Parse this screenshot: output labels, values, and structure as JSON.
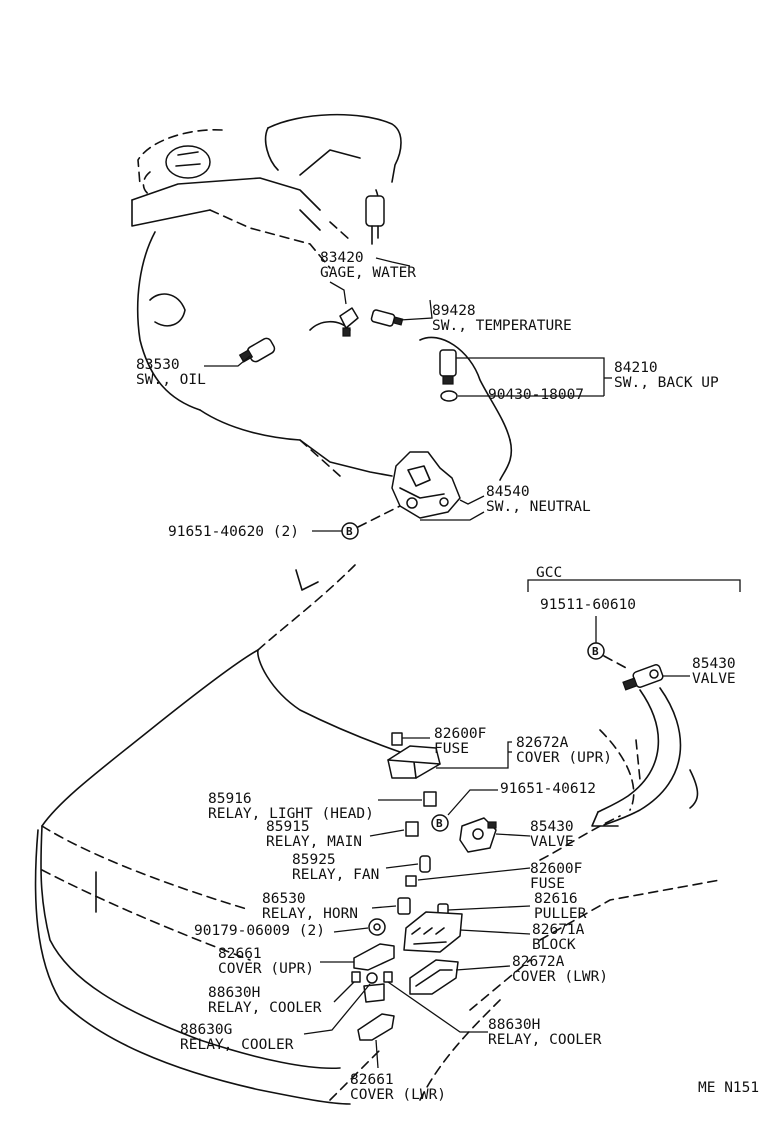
{
  "parts": {
    "p83420": {
      "num": "83420",
      "name": "GAGE, WATER"
    },
    "p89428": {
      "num": "89428",
      "name": "SW., TEMPERATURE"
    },
    "p83530": {
      "num": "83530",
      "name": "SW., OIL"
    },
    "p84210": {
      "num": "84210",
      "name": "SW., BACK UP"
    },
    "p90430": {
      "num": "90430-18007"
    },
    "p84540": {
      "num": "84540",
      "name": "SW., NEUTRAL"
    },
    "p91651a": {
      "num": "91651-40620 (2)"
    },
    "gcc": {
      "label": "GCC"
    },
    "p91511": {
      "num": "91511-60610"
    },
    "p85430a": {
      "num": "85430",
      "name": "VALVE"
    },
    "p82600Fa": {
      "num": "82600F",
      "name": "FUSE"
    },
    "p82672Aa": {
      "num": "82672A",
      "name": "COVER (UPR)"
    },
    "p91651b": {
      "num": "91651-40612"
    },
    "p85916": {
      "num": "85916",
      "name": "RELAY, LIGHT (HEAD)"
    },
    "p85915": {
      "num": "85915",
      "name": "RELAY, MAIN"
    },
    "p85430b": {
      "num": "85430",
      "name": "VALVE"
    },
    "p85925": {
      "num": "85925",
      "name": "RELAY, FAN"
    },
    "p82600Fb": {
      "num": "82600F",
      "name": "FUSE"
    },
    "p86530": {
      "num": "86530",
      "name": "RELAY, HORN"
    },
    "p82616": {
      "num": "82616",
      "name": "PULLER"
    },
    "p90179": {
      "num": "90179-06009 (2)"
    },
    "p82671A": {
      "num": "82671A",
      "name": "BLOCK"
    },
    "p82661a": {
      "num": "82661",
      "name": "COVER (UPR)"
    },
    "p82672Ab": {
      "num": "82672A",
      "name": "COVER (LWR)"
    },
    "p88630Ha": {
      "num": "88630H",
      "name": "RELAY, COOLER"
    },
    "p88630G": {
      "num": "88630G",
      "name": "RELAY, COOLER"
    },
    "p88630Hb": {
      "num": "88630H",
      "name": "RELAY, COOLER"
    },
    "p82661b": {
      "num": "82661",
      "name": "COVER (LWR)"
    }
  },
  "bolt_mark": "B",
  "footer": {
    "code": "ME N151"
  }
}
